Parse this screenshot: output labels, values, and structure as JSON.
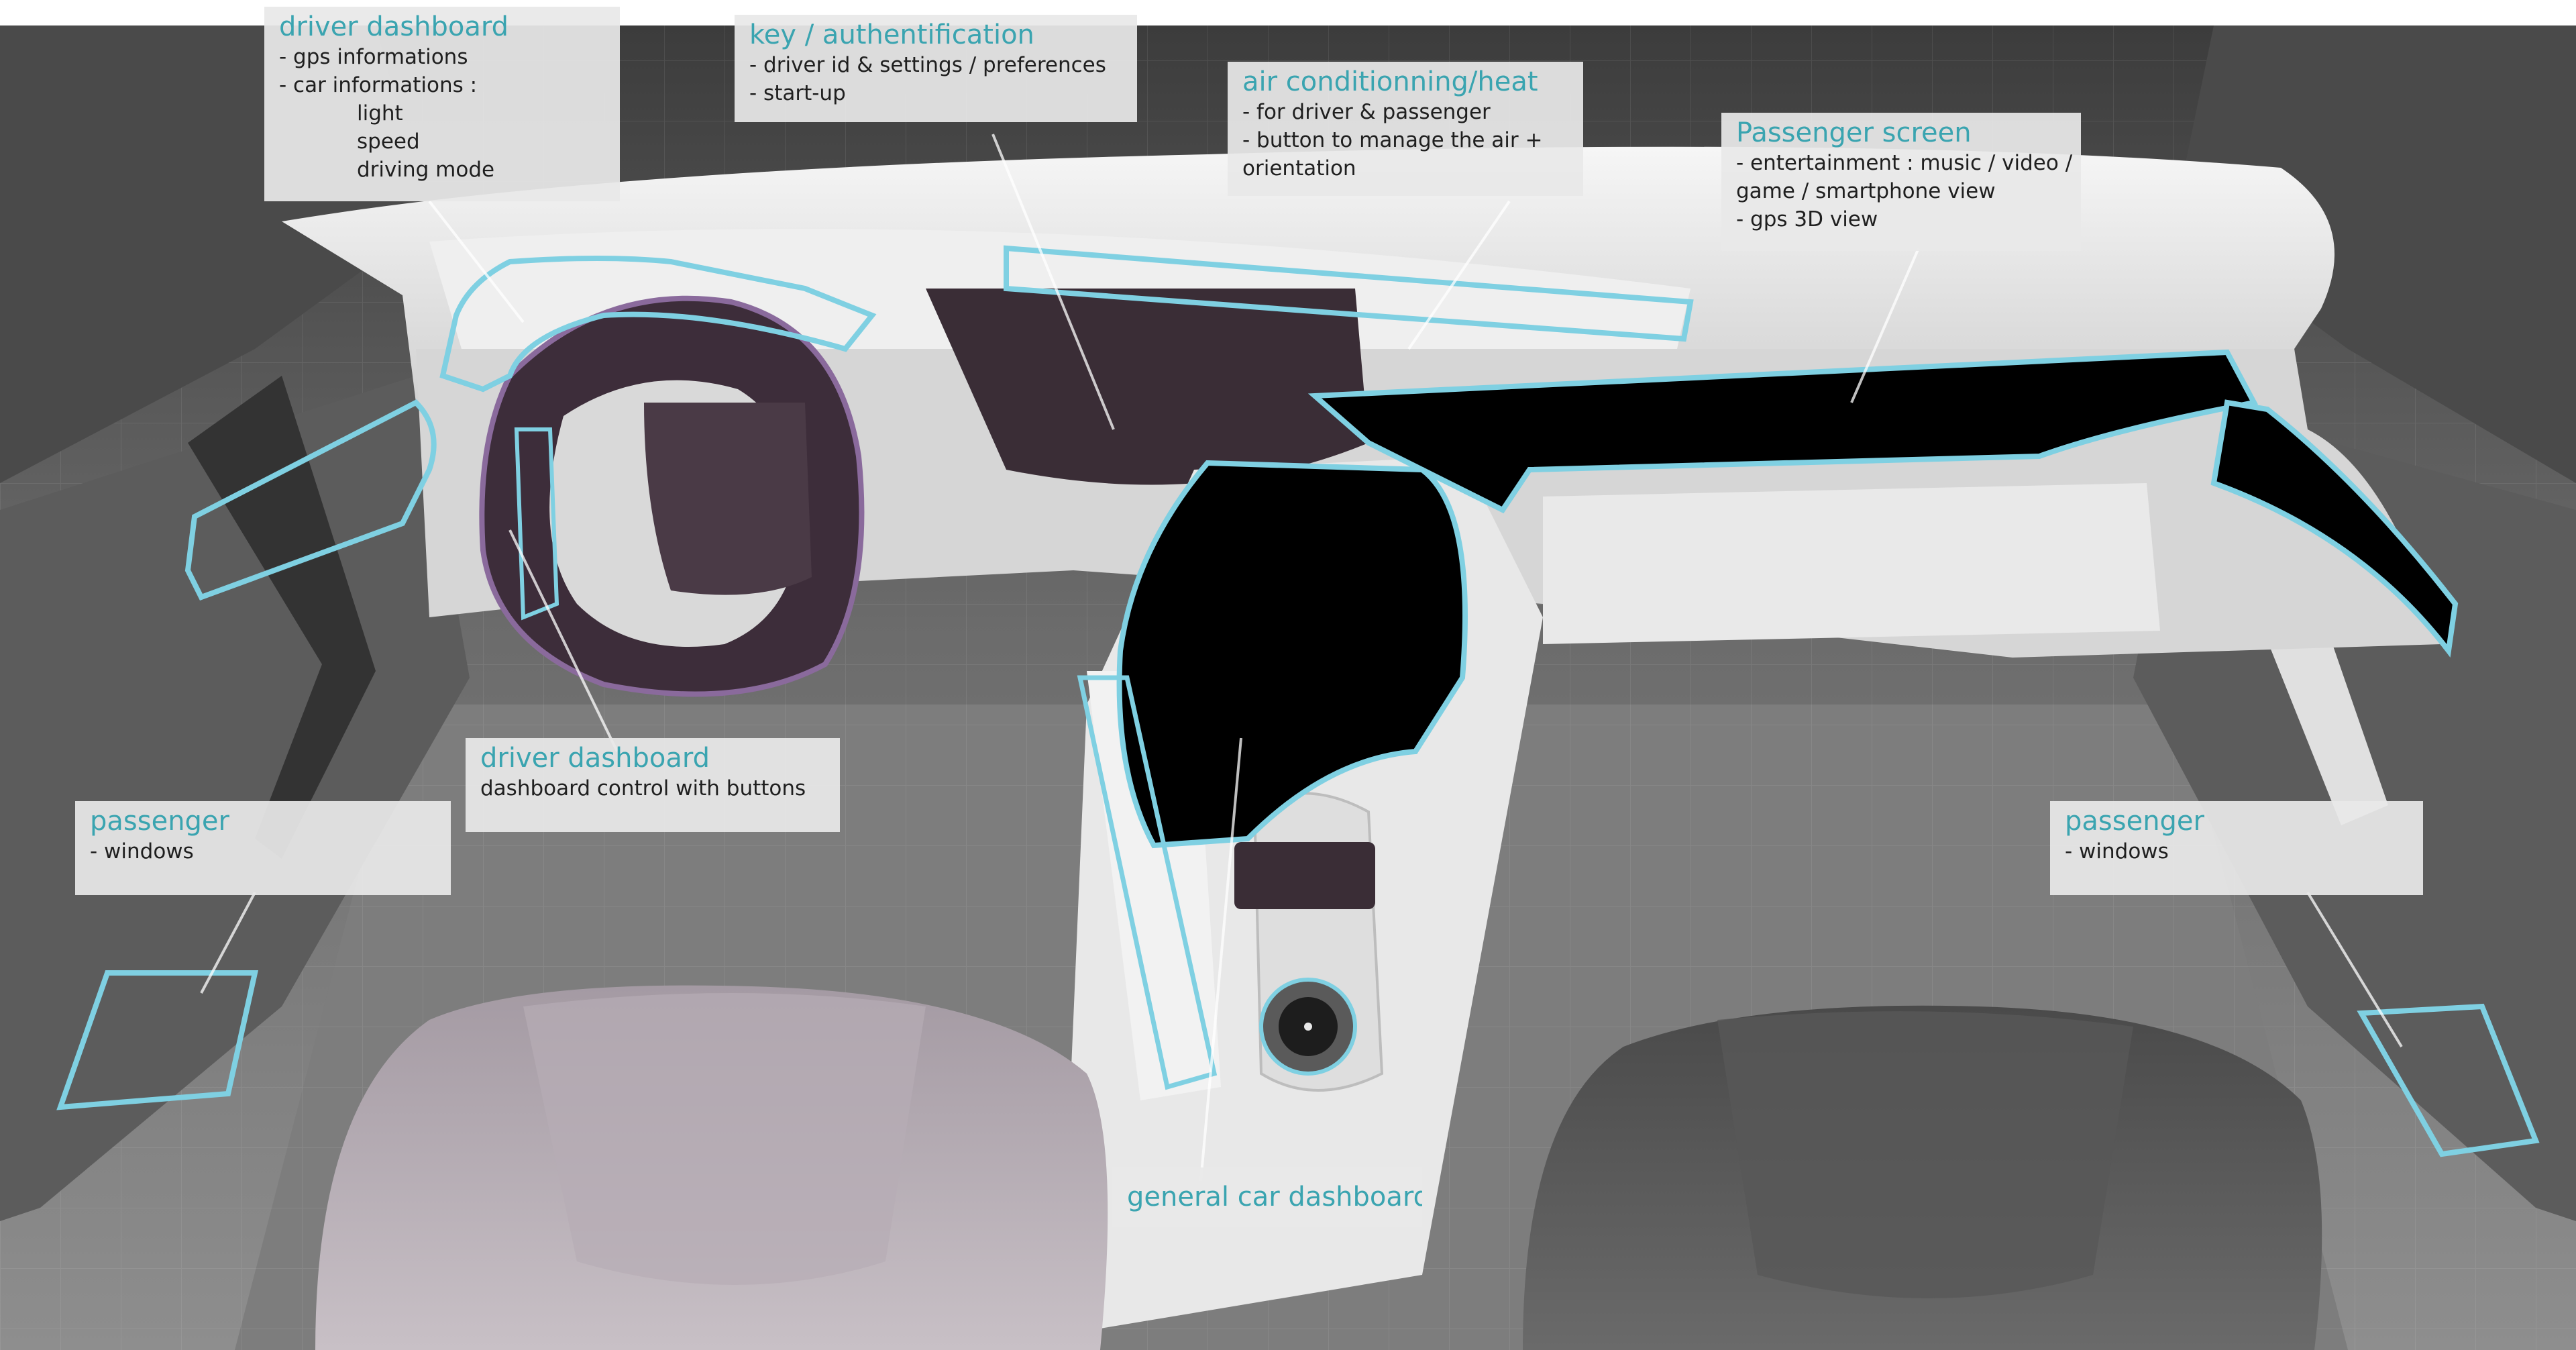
{
  "colors": {
    "outline_cyan": "#7fd0e2",
    "steering_purple": "#8a6a9c",
    "title_teal": "#3aa4b0",
    "screen_black": "#000000",
    "callout_bg": "#e8e8e8"
  },
  "callouts": {
    "driver_dashboard_top": {
      "title": "driver dashboard",
      "lines": [
        "- gps informations",
        "- car informations :",
        "light",
        "speed",
        "driving mode"
      ]
    },
    "key_auth": {
      "title": "key / authentification",
      "lines": [
        "- driver id & settings / preferences",
        "- start-up"
      ]
    },
    "air_conditioning": {
      "title": "air conditionning/heat",
      "lines": [
        "- for driver & passenger",
        "- button to manage the air +",
        "orientation"
      ]
    },
    "passenger_screen": {
      "title": "Passenger screen",
      "lines": [
        "- entertainment : music / video /",
        "game / smartphone view",
        "- gps 3D view"
      ]
    },
    "driver_dashboard_buttons": {
      "title": "driver dashboard",
      "lines": [
        "dashboard control with buttons"
      ]
    },
    "passenger_left": {
      "title": "passenger",
      "lines": [
        "- windows"
      ]
    },
    "passenger_right": {
      "title": "passenger",
      "lines": [
        "- windows"
      ]
    },
    "general_dashboard": {
      "title": "general car dashboard"
    }
  }
}
